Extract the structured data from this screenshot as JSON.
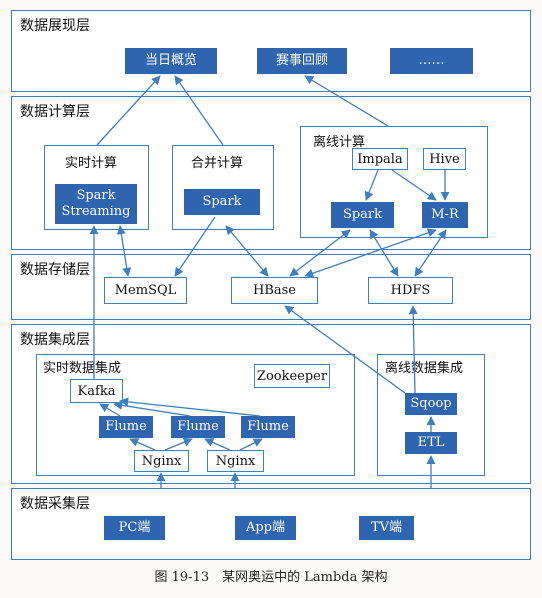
{
  "layers": {
    "display": {
      "title": "数据展现层",
      "items": [
        "当日概览",
        "赛事回顾",
        "……"
      ]
    },
    "compute": {
      "title": "数据计算层",
      "realtime": {
        "title": "实时计算",
        "item": "Spark\nStreaming"
      },
      "merge": {
        "title": "合并计算",
        "item": "Spark"
      },
      "offline": {
        "title": "离线计算",
        "impala": "Impala",
        "hive": "Hive",
        "spark": "Spark",
        "mr": "M-R"
      }
    },
    "storage": {
      "title": "数据存储层",
      "items": [
        "MemSQL",
        "HBase",
        "HDFS"
      ]
    },
    "integration": {
      "title": "数据集成层",
      "realtime": {
        "title": "实时数据集成",
        "kafka": "Kafka",
        "zookeeper": "Zookeeper",
        "flume": [
          "Flume",
          "Flume",
          "Flume"
        ],
        "nginx": [
          "Nginx",
          "Nginx"
        ]
      },
      "offline": {
        "title": "离线数据集成",
        "sqoop": "Sqoop",
        "etl": "ETL"
      }
    },
    "collection": {
      "title": "数据采集层",
      "items": [
        "PC端",
        "App端",
        "TV端"
      ]
    }
  },
  "caption": "图 19-13　某网奥运中的 Lambda 架构",
  "colors": {
    "accent": "#2f64ae",
    "border": "#3f7fbf"
  }
}
